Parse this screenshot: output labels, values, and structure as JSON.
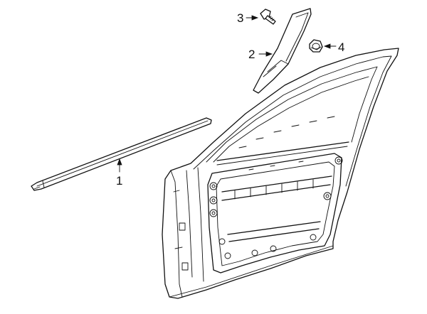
{
  "callouts": [
    {
      "id": "1",
      "label": "1",
      "part": "belt-molding"
    },
    {
      "id": "2",
      "label": "2",
      "part": "applique-trim"
    },
    {
      "id": "3",
      "label": "3",
      "part": "screw"
    },
    {
      "id": "4",
      "label": "4",
      "part": "nut"
    }
  ],
  "colors": {
    "line": "#111111",
    "background": "#ffffff"
  }
}
